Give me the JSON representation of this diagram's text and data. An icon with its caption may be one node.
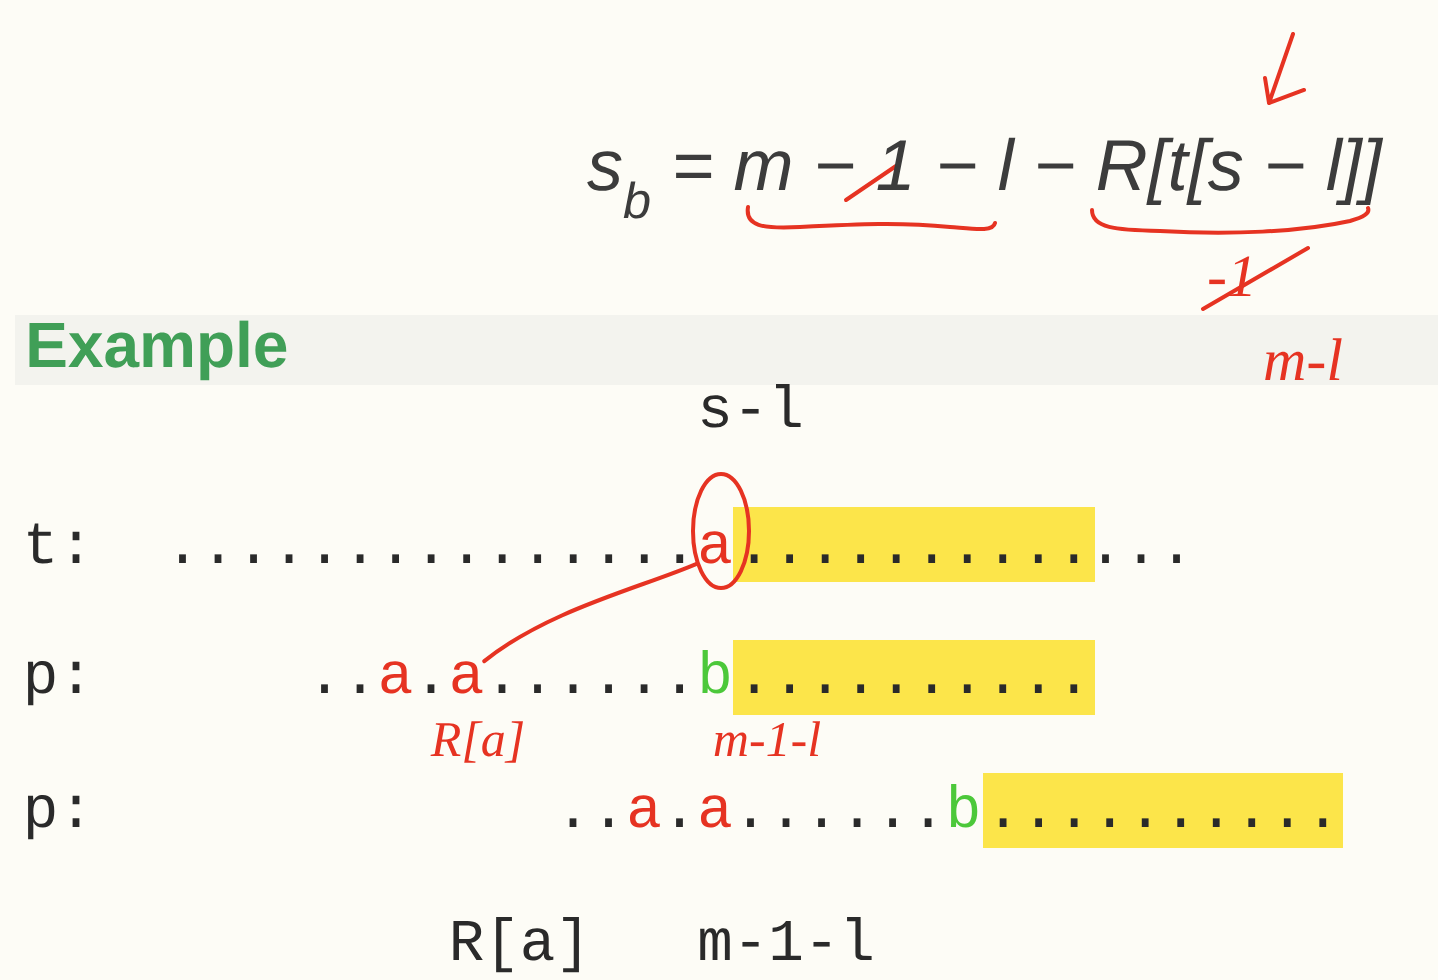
{
  "diagram": {
    "title": "Example",
    "nodes": [
      {
        "text": [
          "a"
        ]
      },
      {
        "text": [
          ".........."
        ]
      },
      {
        "text": [
          "a"
        ]
      },
      {
        "text": [
          ".........."
        ]
      },
      {
        "text": [
          ".........."
        ]
      }
    ],
    "edges": [
      {
        "from": 0,
        "to": 2,
        "arrow": "none",
        "color": "#e63322"
      }
    ],
    "labels": [
      "s$_{b}$ = m − 1 − l − R[t[s − l]]",
      "-1",
      "m-l",
      "s-l",
      "t:",
      "...............",
      "...",
      "p:",
      "..",
      "a",
      ".",
      "......",
      "b",
      "R[a]",
      "m-1-l",
      "p:",
      "..",
      "a",
      ".",
      "a",
      "......",
      "b",
      "R[a]",
      "m-1-l"
    ]
  }
}
